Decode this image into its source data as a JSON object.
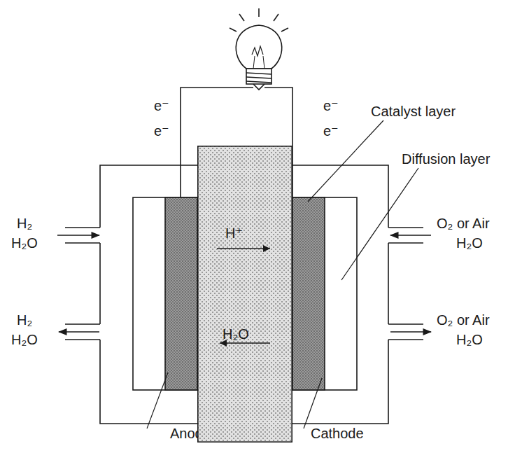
{
  "diagram": {
    "nodes": [
      {
        "text": [
          "H⁺",
          "H₂O"
        ]
      }
    ],
    "labels": [
      "e⁻",
      "e⁻",
      "e⁻",
      "e⁻",
      "H₂",
      "H₂O",
      "H₂",
      "H₂O",
      "O₂ or Air",
      "H₂O",
      "O₂ or Air",
      "H₂O",
      "Catalyst layer",
      "Diffusion layer",
      "Anode",
      "Cathode"
    ]
  }
}
